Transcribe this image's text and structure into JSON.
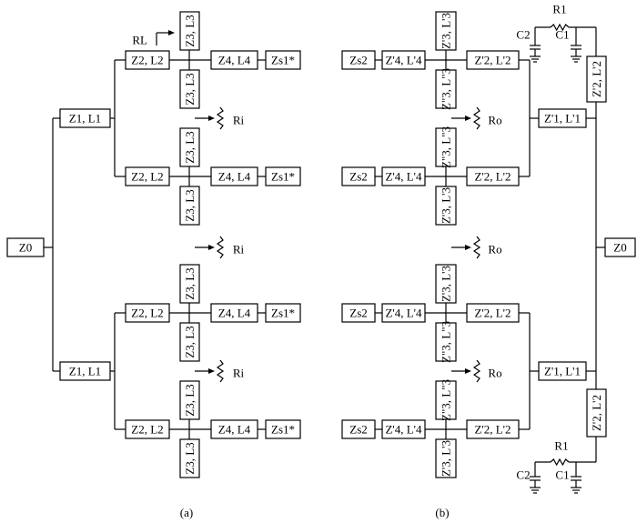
{
  "labels": {
    "z0": "Z0",
    "z1l1": "Z1, L1",
    "z2l2": "Z2, L2",
    "z3l3": "Z3, L3",
    "z4l4": "Z4, L4",
    "zs1": "Zs1*",
    "rl": "RL",
    "ri": "Ri",
    "zs2": "Zs2",
    "z4pl4p": "Z'4, L'4",
    "z2pl2p": "Z'2, L'2",
    "z3pl3p": "Z'3, L'3",
    "z3ppl3pp": "Z\"3, L\"3",
    "z1pl1p": "Z'1, L'1",
    "z2pl2p_v": "Z'2, L'2",
    "ro": "Ro",
    "ro_plain": "Ro",
    "r1": "R1",
    "c1": "C1",
    "c2": "C2"
  },
  "captions": {
    "a": "(a)",
    "b": "(b)"
  }
}
